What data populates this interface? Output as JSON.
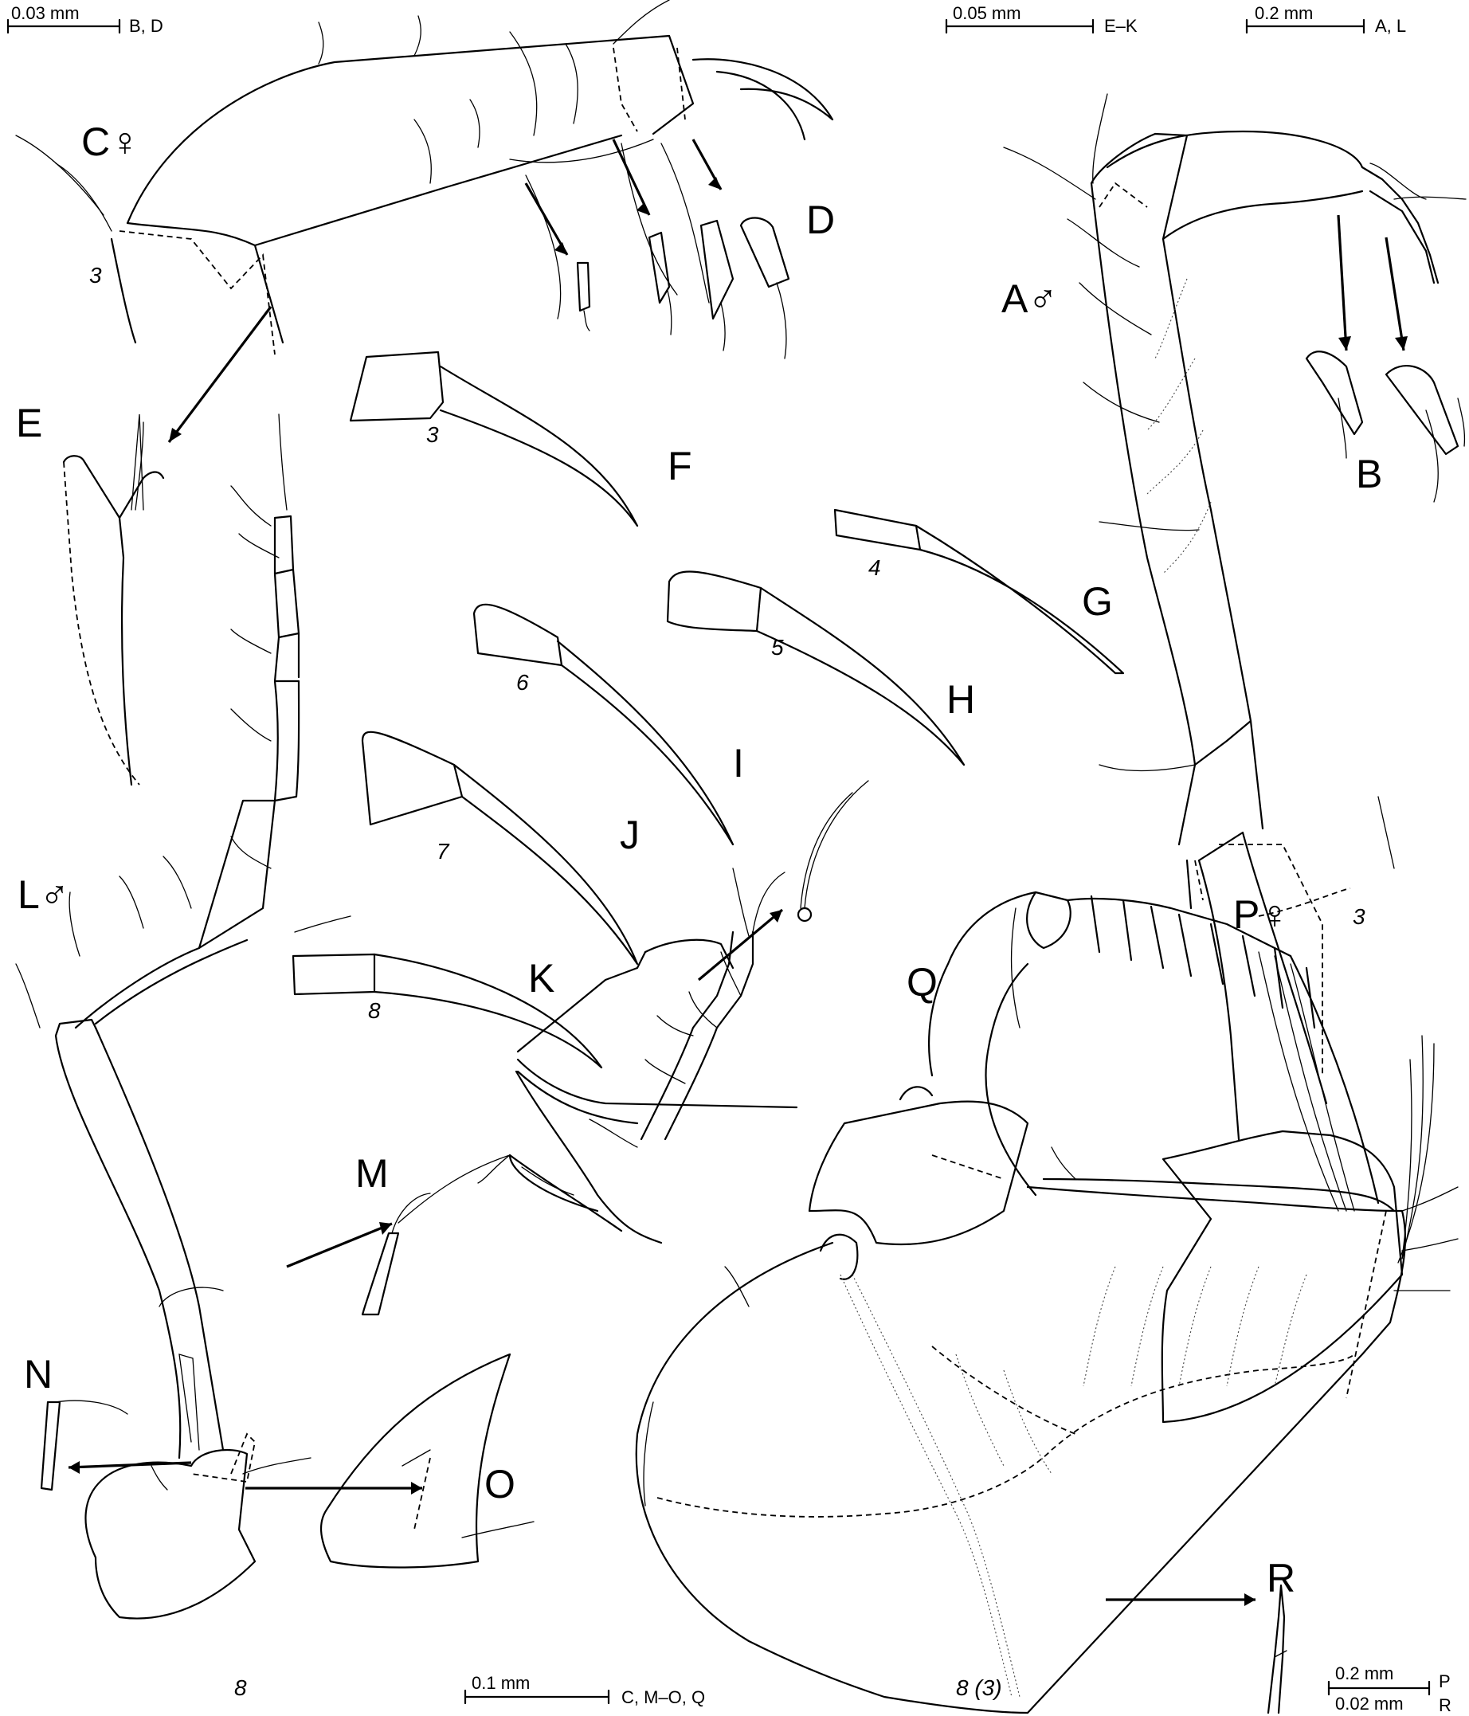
{
  "scale_bars": [
    {
      "id": "sb1",
      "value": "0.03 mm",
      "applies_to": "B, D"
    },
    {
      "id": "sb2",
      "value": "0.05 mm",
      "applies_to": "E–K"
    },
    {
      "id": "sb3",
      "value": "0.2 mm",
      "applies_to": "A, L"
    },
    {
      "id": "sb4",
      "value": "0.1 mm",
      "applies_to": "C, M–O, Q"
    },
    {
      "id": "sb5",
      "value": "0.2 mm",
      "applies_to": "P"
    },
    {
      "id": "sb6",
      "value": "0.02 mm",
      "applies_to": "R"
    }
  ],
  "panel_labels": {
    "A": "A♂",
    "B": "B",
    "C": "C♀",
    "D": "D",
    "E": "E",
    "F": "F",
    "G": "G",
    "H": "H",
    "I": "I",
    "J": "J",
    "K": "K",
    "L": "L♂",
    "M": "M",
    "N": "N",
    "O": "O",
    "P": "P♀",
    "Q": "Q",
    "R": "R"
  },
  "segment_numbers": {
    "c_coxa": "3",
    "f": "3",
    "g": "4",
    "h": "5",
    "i": "6",
    "j": "7",
    "k": "8",
    "a_coxa": "3",
    "l_coxa": "8",
    "p_coxa": "8 (3)"
  }
}
